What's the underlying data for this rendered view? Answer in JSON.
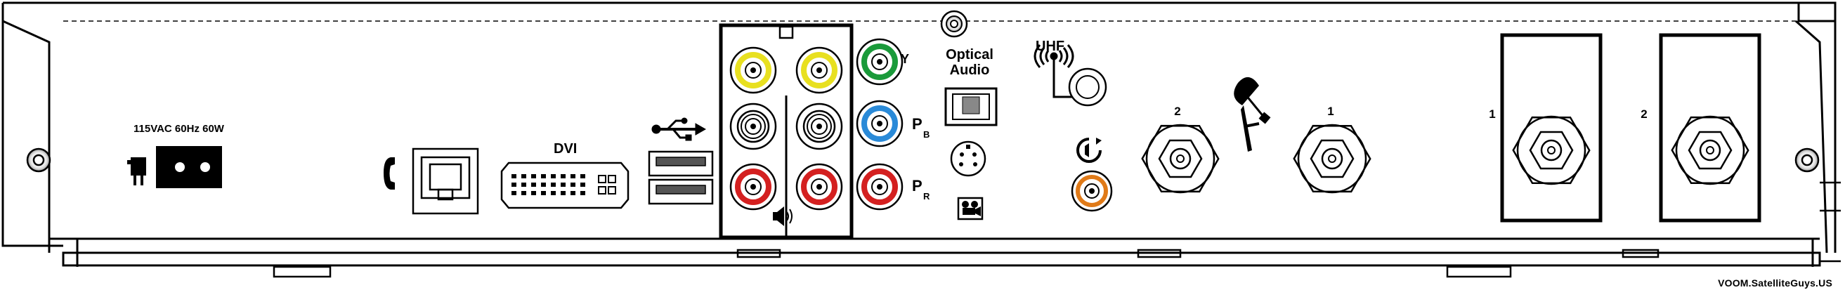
{
  "labels": {
    "power": "115VAC 60Hz 60W",
    "dvi": "DVI",
    "y": "Y",
    "pb_main": "P",
    "pb_sub": "B",
    "pr_main": "P",
    "pr_sub": "R",
    "optical_line1": "Optical",
    "optical_line2": "Audio",
    "uhf": "UHF",
    "sat_in_2": "2",
    "sat_in_1": "1",
    "offair_1": "1",
    "offair_2": "2"
  },
  "watermark": "VOOM.SatelliteGuys.US",
  "colors": {
    "rca_yellow": "#e8e020",
    "rca_red": "#d42020",
    "rca_green": "#1a9a3a",
    "rca_blue": "#2a8ad8",
    "rca_orange": "#e07a18"
  }
}
